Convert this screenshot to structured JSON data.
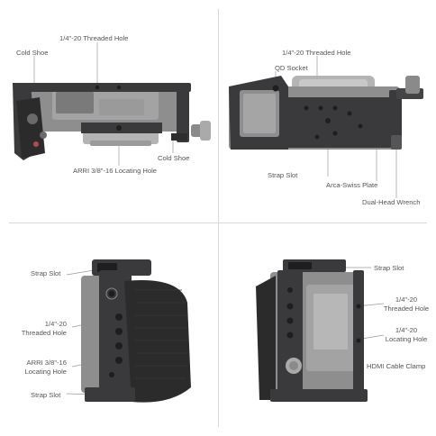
{
  "colors": {
    "cage": "#3a3a3c",
    "cage_light": "#555558",
    "camera_body": "#8e8e8e",
    "camera_light": "#b4b4b4",
    "grip": "#2b2b2b",
    "leader": "#9a9a9a",
    "label": "#555555",
    "divider": "#d8d8d8"
  },
  "panels": {
    "top_left": {
      "labels": {
        "threaded_hole": "1/4\"-20 Threaded Hole",
        "cold_shoe_left": "Cold Shoe",
        "cold_shoe_right": "Cold Shoe",
        "arri_hole": "ARRI 3/8\"-16 Locating Hole"
      }
    },
    "top_right": {
      "labels": {
        "threaded_hole": "1/4\"-20 Threaded Hole",
        "qd_socket": "QD Socket",
        "strap_slot": "Strap Slot",
        "arca_plate": "Arca-Swiss Plate",
        "wrench": "Dual-Head Wrench"
      }
    },
    "bottom_left": {
      "labels": {
        "strap_slot_top": "Strap Slot",
        "threaded_hole_l1": "1/4\"-20",
        "threaded_hole_l2": "Threaded Hole",
        "arri_l1": "ARRI 3/8\"-16",
        "arri_l2": "Locating Hole",
        "strap_slot_bottom": "Strap Slot"
      }
    },
    "bottom_right": {
      "labels": {
        "strap_slot": "Strap Slot",
        "threaded_l1": "1/4\"-20",
        "threaded_l2": "Threaded Hole",
        "locating_l1": "1/4\"-20",
        "locating_l2": "Locating Hole",
        "hdmi_clamp": "HDMI Cable Clamp"
      }
    }
  }
}
